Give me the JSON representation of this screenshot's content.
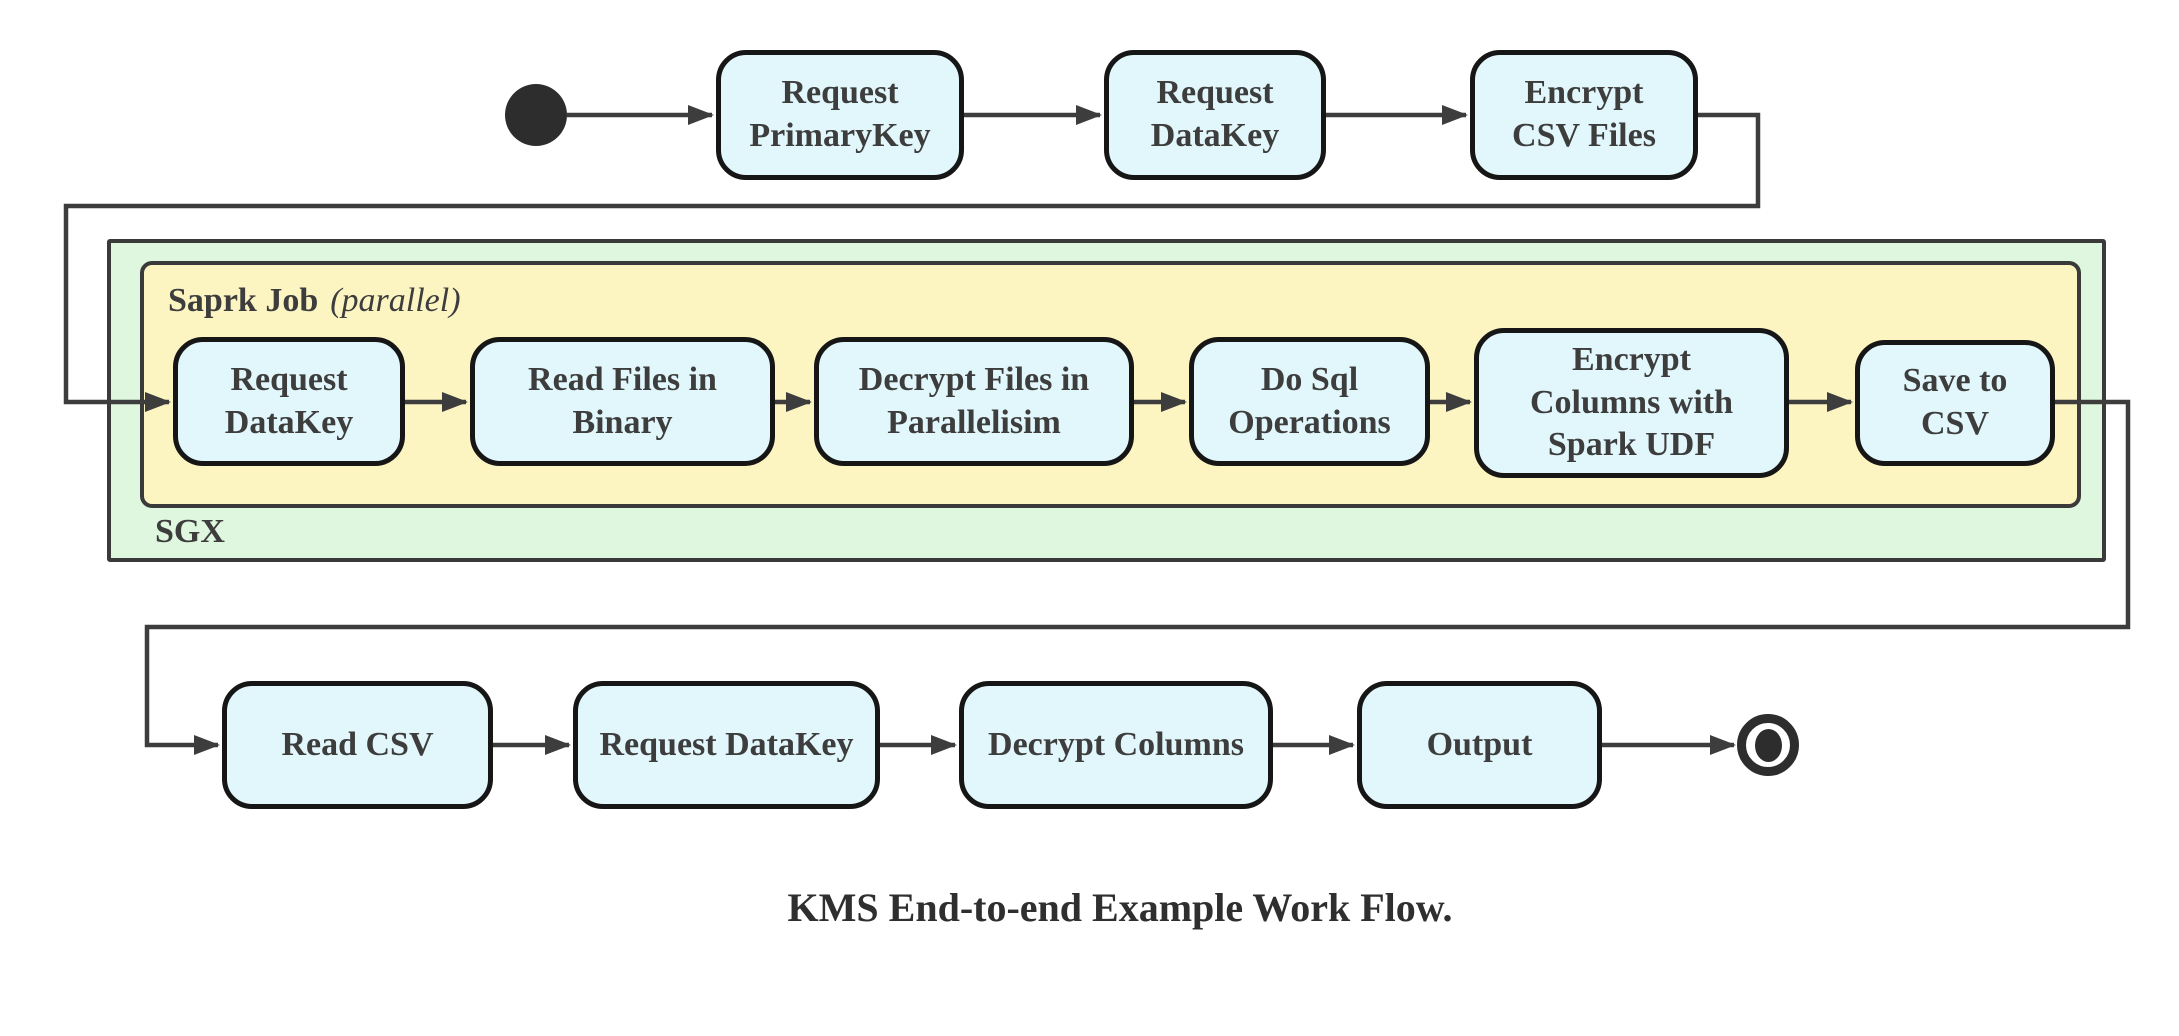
{
  "diagram": {
    "caption": "KMS End-to-end Example Work Flow.",
    "containers": {
      "sgx": {
        "label": "SGX"
      },
      "spark_job": {
        "title": "Saprk Job",
        "annotation": "(parallel)"
      }
    },
    "nodes": {
      "top": [
        {
          "label": "Request\nPrimaryKey"
        },
        {
          "label": "Request\nDataKey"
        },
        {
          "label": "Encrypt\nCSV Files"
        }
      ],
      "spark": [
        {
          "label": "Request\nDataKey"
        },
        {
          "label": "Read Files in\nBinary"
        },
        {
          "label": "Decrypt Files in\nParallelisim"
        },
        {
          "label": "Do Sql\nOperations"
        },
        {
          "label": "Encrypt\nColumns with\nSpark UDF"
        },
        {
          "label": "Save to CSV"
        }
      ],
      "bottom": [
        {
          "label": "Read CSV"
        },
        {
          "label": "Request DataKey"
        },
        {
          "label": "Decrypt Columns"
        },
        {
          "label": "Output"
        }
      ]
    },
    "colors": {
      "node_fill": "#e1f7fb",
      "node_border": "#161616",
      "sgx_fill": "#def7de",
      "spark_fill": "#fcf5c2",
      "container_border": "#3a3a3a",
      "edge": "#3d3d3d",
      "text": "#3d3d3d"
    }
  }
}
